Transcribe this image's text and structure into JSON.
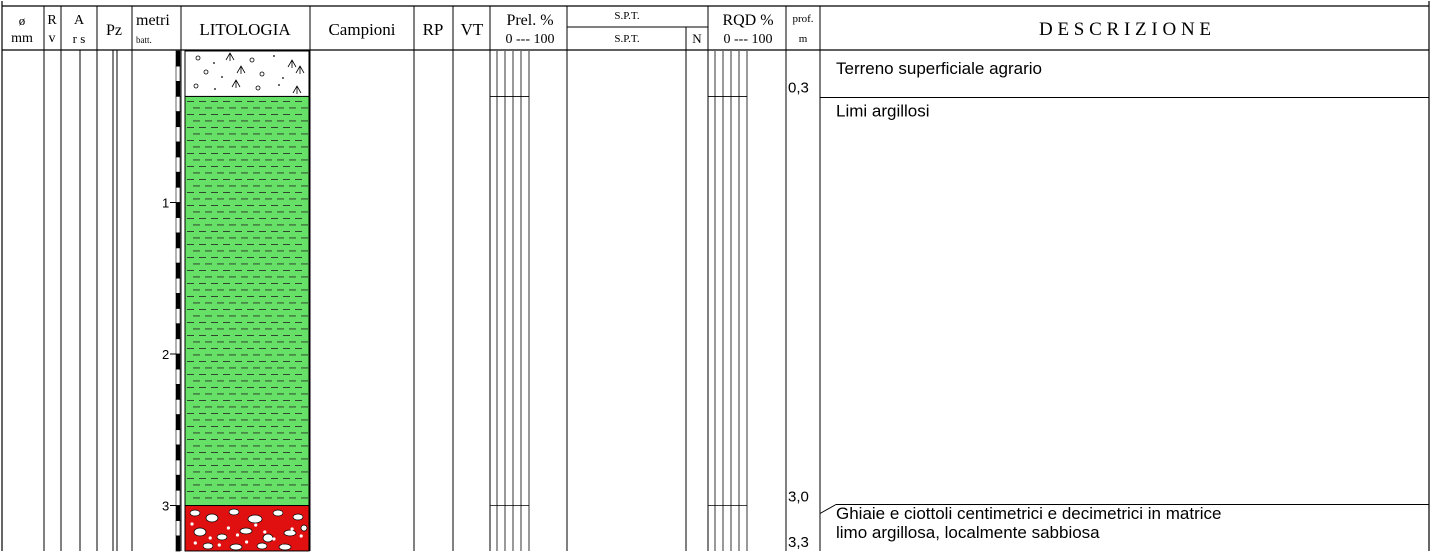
{
  "header": {
    "diam_top": "ø",
    "diam_bottom": "mm",
    "rv_top": "R",
    "rv_bottom": "v",
    "ars_top": "A",
    "ars_bottom": "r s",
    "pz": "Pz",
    "metri_top": "metri",
    "metri_bottom": "batt.",
    "litologia": "LITOLOGIA",
    "campioni": "Campioni",
    "rp": "RP",
    "vt": "VT",
    "prel_top": "Prel. %",
    "prel_bottom": "0 --- 100",
    "spt_top": "S.P.T.",
    "spt_bottom": "S.P.T.",
    "spt_n": "N",
    "rqd_top": "RQD %",
    "rqd_bottom": "0 --- 100",
    "prof_top": "prof.",
    "prof_bottom": "m",
    "descrizione": "D E S C R I Z I O N E"
  },
  "scale_ticks": [
    "1",
    "2",
    "3"
  ],
  "layers": [
    {
      "top_m": 0.0,
      "bottom_m": 0.3,
      "pattern": "topsoil",
      "color": "#ffffff",
      "depth_label": "0,3",
      "description": [
        "Terreno superficiale agrario"
      ]
    },
    {
      "top_m": 0.3,
      "bottom_m": 3.0,
      "pattern": "silt-clay-dashes",
      "color": "#66e066",
      "depth_label": "3,0",
      "description": [
        "Limi argillosi"
      ]
    },
    {
      "top_m": 3.0,
      "bottom_m": 3.3,
      "pattern": "gravel",
      "color": "#e01010",
      "depth_label": "3,3",
      "description": [
        "Ghiaie e ciottoli centimetrici e decimetrici in matrice",
        "limo argillosa, localmente sabbiosa"
      ]
    }
  ],
  "colors": {
    "line": "#000000",
    "silt": "#66e066",
    "gravel": "#e01010"
  }
}
